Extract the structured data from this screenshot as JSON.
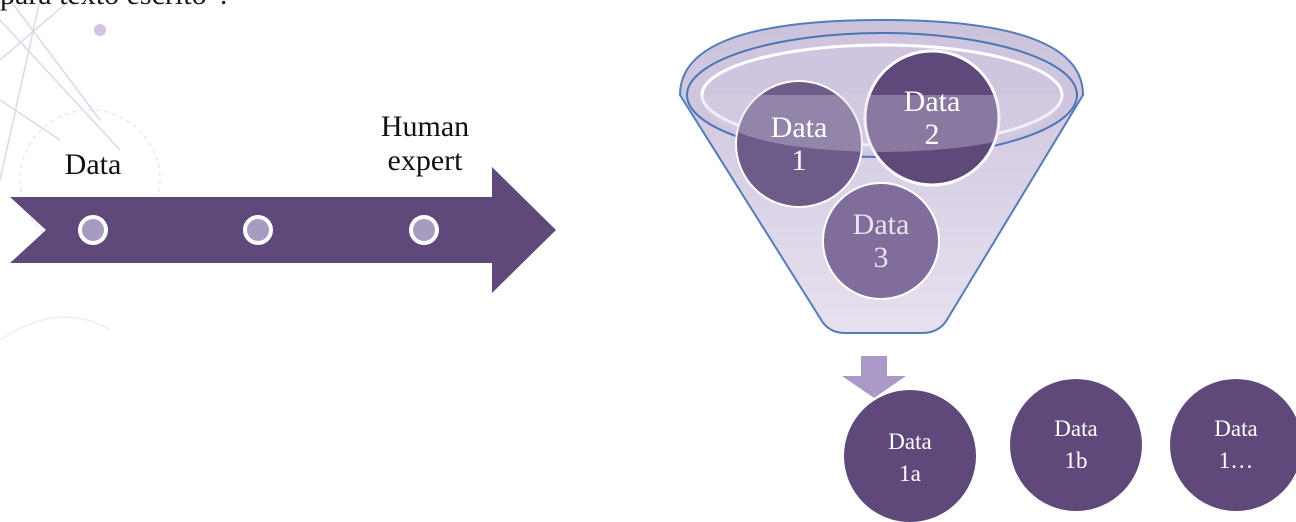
{
  "header": {
    "partial_text": "para texto escrito”."
  },
  "timeline": {
    "labels": [
      {
        "text": "Data"
      },
      {
        "text": "Human\nexpert"
      }
    ],
    "nodes": 3
  },
  "funnel": {
    "inputs": [
      "Data\n1",
      "Data\n2",
      "Data\n3"
    ]
  },
  "outputs": [
    "Data\n1a",
    "Data\n1b",
    "Data\n1…"
  ],
  "colors": {
    "primary": "#5e497a",
    "node_fill": "#a89bc2",
    "funnel_fill": "#d9d2e6",
    "funnel_stroke": "#4a76b5",
    "arrow_small": "#ab9ac7"
  }
}
